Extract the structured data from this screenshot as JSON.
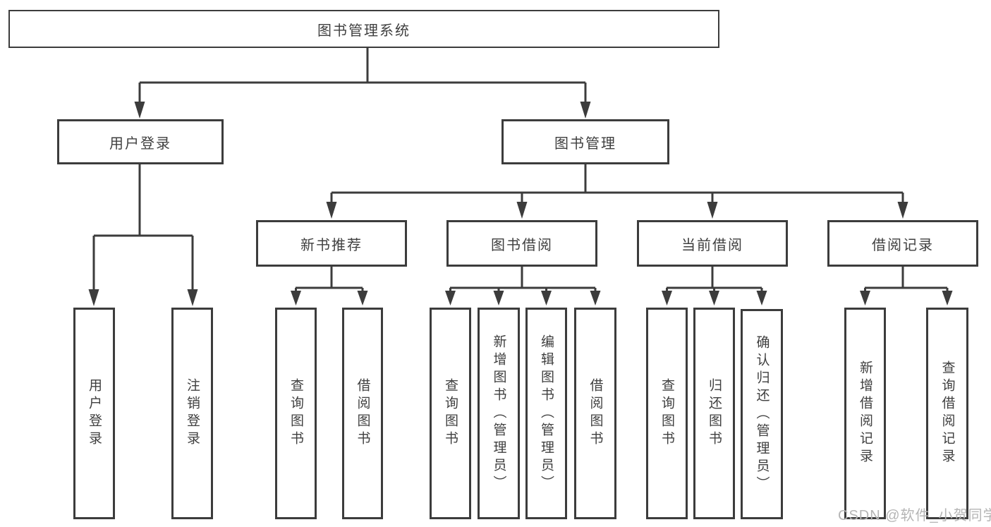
{
  "nodes": {
    "root": "图书管理系统",
    "user_login": "用户登录",
    "book_mgmt": "图书管理",
    "new_rec": "新书推荐",
    "book_borrow": "图书借阅",
    "current_borrow": "当前借阅",
    "borrow_record": "借阅记录",
    "ul_login": "用户登录",
    "ul_logout": "注销登录",
    "nr_query": "查询图书",
    "nr_borrow": "借阅图书",
    "bb_query": "查询图书",
    "bb_add": "新增图书（管理员）",
    "bb_edit": "编辑图书（管理员）",
    "bb_borrow": "借阅图书",
    "cb_query": "查询图书",
    "cb_return": "归还图书",
    "cb_confirm": "确认归还（管理员）",
    "br_add": "新增借阅记录",
    "br_query": "查询借阅记录"
  },
  "watermark": "CSDN @软件_小贺同学",
  "colors": {
    "line": "#3c3c3c",
    "text": "#3f3f3f",
    "watermark": "#b5b5b5",
    "background": "#ffffff"
  }
}
